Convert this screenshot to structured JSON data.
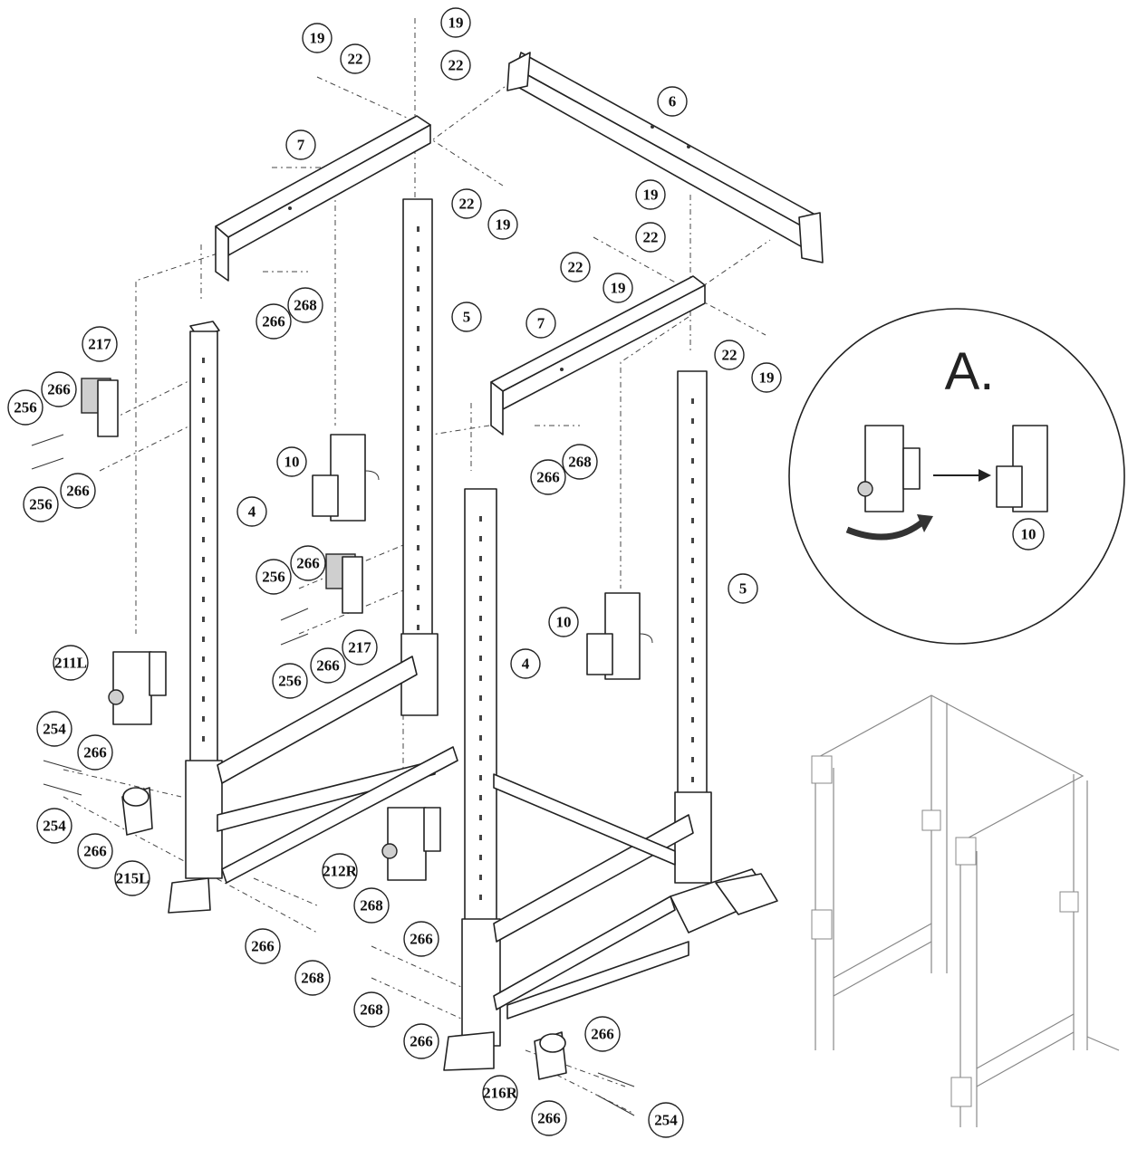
{
  "diagram": {
    "callouts": [
      {
        "id": "c19a",
        "text": "19"
      },
      {
        "id": "c19b",
        "text": "19"
      },
      {
        "id": "c22a",
        "text": "22"
      },
      {
        "id": "c22b",
        "text": "22"
      },
      {
        "id": "c6",
        "text": "6"
      },
      {
        "id": "c7a",
        "text": "7"
      },
      {
        "id": "c22c",
        "text": "22"
      },
      {
        "id": "c19c",
        "text": "19"
      },
      {
        "id": "c19d",
        "text": "19"
      },
      {
        "id": "c22d",
        "text": "22"
      },
      {
        "id": "c22e",
        "text": "22"
      },
      {
        "id": "c19e",
        "text": "19"
      },
      {
        "id": "c266a",
        "text": "266"
      },
      {
        "id": "c268a",
        "text": "268"
      },
      {
        "id": "c5a",
        "text": "5"
      },
      {
        "id": "c7b",
        "text": "7"
      },
      {
        "id": "c22f",
        "text": "22"
      },
      {
        "id": "c19f",
        "text": "19"
      },
      {
        "id": "c217a",
        "text": "217"
      },
      {
        "id": "c266b",
        "text": "266"
      },
      {
        "id": "c256a",
        "text": "256"
      },
      {
        "id": "c256b",
        "text": "256"
      },
      {
        "id": "c266c",
        "text": "266"
      },
      {
        "id": "c10a",
        "text": "10"
      },
      {
        "id": "c266d",
        "text": "266"
      },
      {
        "id": "c268b",
        "text": "268"
      },
      {
        "id": "c4a",
        "text": "4"
      },
      {
        "id": "c256c",
        "text": "256"
      },
      {
        "id": "c266e",
        "text": "266"
      },
      {
        "id": "c217b",
        "text": "217"
      },
      {
        "id": "c256d",
        "text": "256"
      },
      {
        "id": "c266f",
        "text": "266"
      },
      {
        "id": "c10b",
        "text": "10"
      },
      {
        "id": "c5b",
        "text": "5"
      },
      {
        "id": "c211L",
        "text": "211L"
      },
      {
        "id": "c4b",
        "text": "4"
      },
      {
        "id": "c254a",
        "text": "254"
      },
      {
        "id": "c266g",
        "text": "266"
      },
      {
        "id": "c254b",
        "text": "254"
      },
      {
        "id": "c266h",
        "text": "266"
      },
      {
        "id": "c215L",
        "text": "215L"
      },
      {
        "id": "c212R",
        "text": "212R"
      },
      {
        "id": "c266i",
        "text": "266"
      },
      {
        "id": "c268c",
        "text": "268"
      },
      {
        "id": "c268d",
        "text": "268"
      },
      {
        "id": "c266j",
        "text": "266"
      },
      {
        "id": "c268e",
        "text": "268"
      },
      {
        "id": "c266k",
        "text": "266"
      },
      {
        "id": "c266l",
        "text": "266"
      },
      {
        "id": "c216R",
        "text": "216R"
      },
      {
        "id": "c266m",
        "text": "266"
      },
      {
        "id": "c254c",
        "text": "254"
      }
    ],
    "inset": {
      "title": "A.",
      "part_label": "10"
    }
  }
}
